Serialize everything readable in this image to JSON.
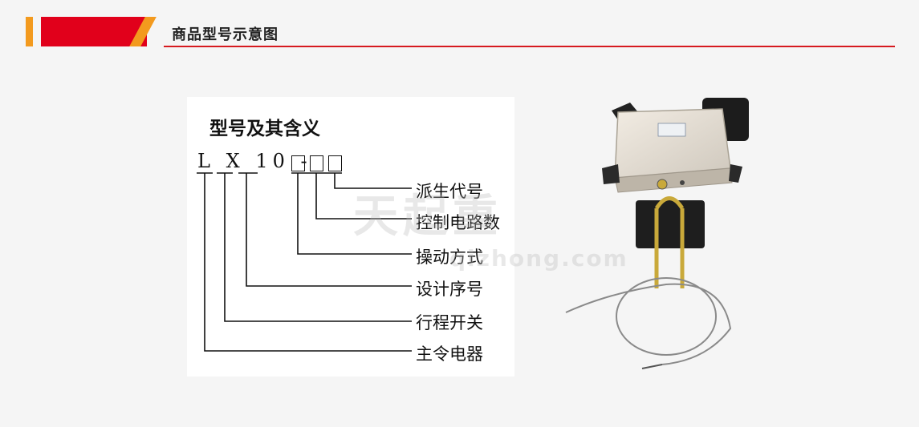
{
  "header": {
    "title": "商品型号示意图"
  },
  "diagram": {
    "title": "型号及其含义",
    "code": {
      "L": "L",
      "X": "X",
      "series": "10",
      "dash": "-"
    },
    "meanings": [
      "派生代号",
      "控制电路数",
      "操动方式",
      "设计序号",
      "行程开关",
      "主令电器"
    ]
  },
  "watermark": {
    "main": "天起重",
    "sub": "qizhong.com"
  },
  "colors": {
    "accent_red": "#e1001b",
    "accent_orange": "#f39a1e",
    "rule_red": "#d61a1f"
  }
}
